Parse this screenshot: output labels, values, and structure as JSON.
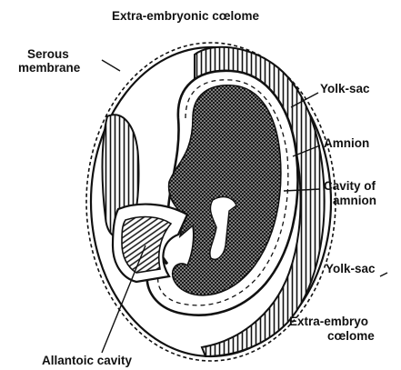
{
  "labels": {
    "extra_embryonic_coelome_top": "Extra-embryonic cœlome",
    "serous_membrane_line1": "Serous",
    "serous_membrane_line2": "membrane",
    "yolk_sac_upper": "Yolk-sac",
    "amnion": "Amnion",
    "cavity_of_amnion_line1": "Cavity of",
    "cavity_of_amnion_line2": "amnion",
    "yolk_sac_lower": "Yolk-sac",
    "extra_embryonic_coelome_bottom_line1": "Extra-embryo",
    "extra_embryonic_coelome_bottom_line2": "cœlome",
    "allantoic_cavity": "Allantoic cavity"
  },
  "colors": {
    "ink": "#111111",
    "background": "#ffffff"
  }
}
